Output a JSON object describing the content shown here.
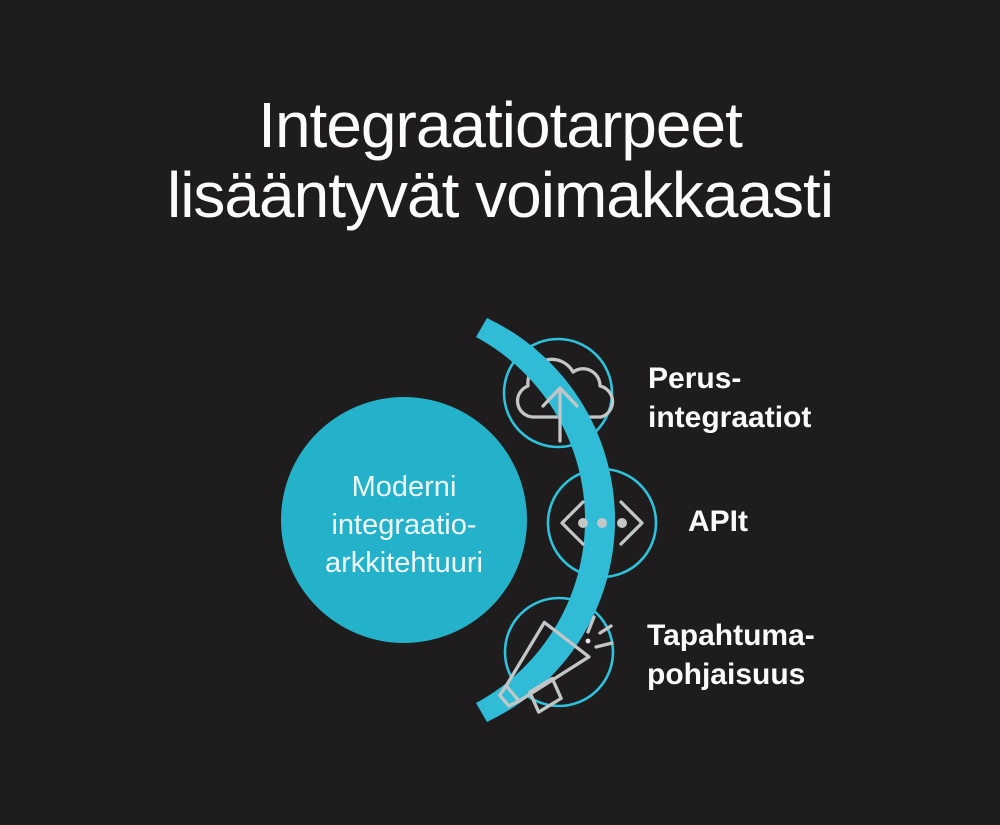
{
  "title": {
    "line1": "Integraatiotarpeet",
    "line2": "lisääntyvät voimakkaasti"
  },
  "center_circle": {
    "line1": "Moderni",
    "line2": "integraatio-",
    "line3": "arkkitehtuuri"
  },
  "items": [
    {
      "icon": "cloud-upload-icon",
      "label_line1": "Perus-",
      "label_line2": "integraatiot"
    },
    {
      "icon": "api-code-icon",
      "label_line1": "APIt",
      "label_line2": ""
    },
    {
      "icon": "megaphone-icon",
      "label_line1": "Tapahtuma-",
      "label_line2": "pohjaisuus"
    }
  ],
  "colors": {
    "background": "#1e1c1c",
    "accent_teal": "#23b2ca",
    "arc_teal": "#30bcd6",
    "ring_teal": "#2fc2dc",
    "glyph_gray": "#c3c6c7",
    "title_white": "#fbfbfb",
    "label_white": "#fafafa",
    "circle_text": "#eef8fa",
    "dot_white": "#e9ebeb"
  }
}
